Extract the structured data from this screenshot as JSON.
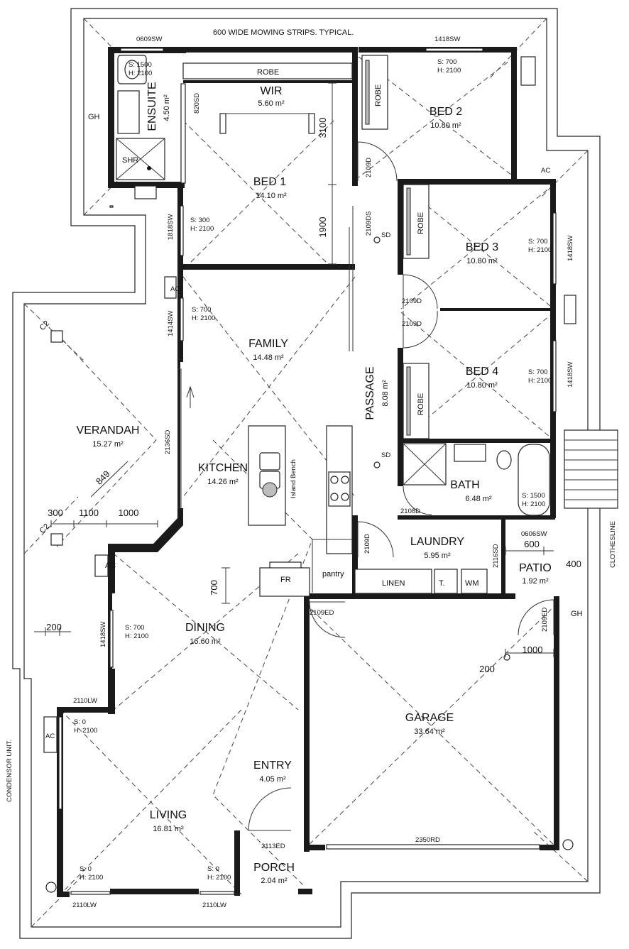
{
  "notes": {
    "mowing": "600 WIDE MOWING STRIPS. TYPICAL.",
    "clothesline": "CLOTHESLINE",
    "condensor": "CONDENSOR UNIT."
  },
  "rooms": {
    "ensuite": {
      "name": "ENSUITE",
      "area": "4.50 m²"
    },
    "wir": {
      "name": "WIR",
      "area": "5.60 m²"
    },
    "bed1": {
      "name": "BED 1",
      "area": "14.10 m²"
    },
    "bed2": {
      "name": "BED 2",
      "area": "10.80 m²"
    },
    "bed3": {
      "name": "BED 3",
      "area": "10.80 m²"
    },
    "bed4": {
      "name": "BED 4",
      "area": "10.80 m²"
    },
    "family": {
      "name": "FAMILY",
      "area": "14.48 m²"
    },
    "verandah": {
      "name": "VERANDAH",
      "area": "15.27 m²"
    },
    "kitchen": {
      "name": "KITCHEN",
      "area": "14.26 m²"
    },
    "passage": {
      "name": "PASSAGE",
      "area": "8.08 m²"
    },
    "bath": {
      "name": "BATH",
      "area": "6.48 m²"
    },
    "laundry": {
      "name": "LAUNDRY",
      "area": "5.95 m²"
    },
    "patio": {
      "name": "PATIO",
      "area": "1.92 m²"
    },
    "dining": {
      "name": "DINING",
      "area": "16.60 m²"
    },
    "garage": {
      "name": "GARAGE",
      "area": "33.64 m²"
    },
    "entry": {
      "name": "ENTRY",
      "area": "4.05 m²"
    },
    "living": {
      "name": "LIVING",
      "area": "16.81 m²"
    },
    "porch": {
      "name": "PORCH",
      "area": "2.04 m²"
    }
  },
  "labels": {
    "robe": "ROBE",
    "shr": "SHR",
    "gh": "GH",
    "sd": "SD",
    "ac": "AC",
    "c2": "C2",
    "island_bench": "Island Bench",
    "pantry": "pantry",
    "fr": "FR",
    "linen": "LINEN",
    "t": "T.",
    "wm": "WM"
  },
  "windows": {
    "w0609": "0609SW",
    "w1418_top": "1418SW",
    "w1818": "1818SW",
    "w1414": "1414SW",
    "w1418_b3": "1418SW",
    "w1418_b4": "1418SW",
    "w2136": "2136SD",
    "w0606": "0606SW",
    "w1418_dining": "1418SW",
    "w2110_left": "2110LW",
    "w2110_bl": "2110LW",
    "w2110_br": "2110LW",
    "d820": "820SD",
    "d2109_bed2": "2109D",
    "d2109_bed1": "2109DS",
    "d2109_bed3": "2109D",
    "d2109_bed4": "2109D",
    "d2108": "2108D",
    "d2109_laundry": "2109D",
    "d2116": "2116SD",
    "d2109ed": "2109ED",
    "d2109ed_patio": "2109ED",
    "d2113ed": "2113ED",
    "d2350": "2350RD"
  },
  "sills": {
    "ens": [
      "S: 1500",
      "H: 2100"
    ],
    "bed2": [
      "S: 700",
      "H: 2100"
    ],
    "bed1": [
      "S: 300",
      "H: 2100"
    ],
    "family": [
      "S: 700",
      "H: 2100"
    ],
    "bed3": [
      "S: 700",
      "H: 2100"
    ],
    "bed4": [
      "S: 700",
      "H: 2100"
    ],
    "bath": [
      "S: 1500",
      "H: 2100"
    ],
    "dining": [
      "S: 700",
      "H: 2100"
    ],
    "living_l": [
      "S: 0",
      "H: 2100"
    ],
    "living_bl": [
      "S: 0",
      "H: 2100"
    ],
    "living_br": [
      "S: 0",
      "H: 2100"
    ]
  },
  "dims": {
    "d3100": "3100",
    "d1900": "1900",
    "d849": "849",
    "d300": "300",
    "d1100": "1100",
    "d1000a": "1000",
    "d700": "700",
    "d600": "600",
    "d400": "400",
    "d1000b": "1000",
    "d200a": "200",
    "d200b": "200"
  }
}
